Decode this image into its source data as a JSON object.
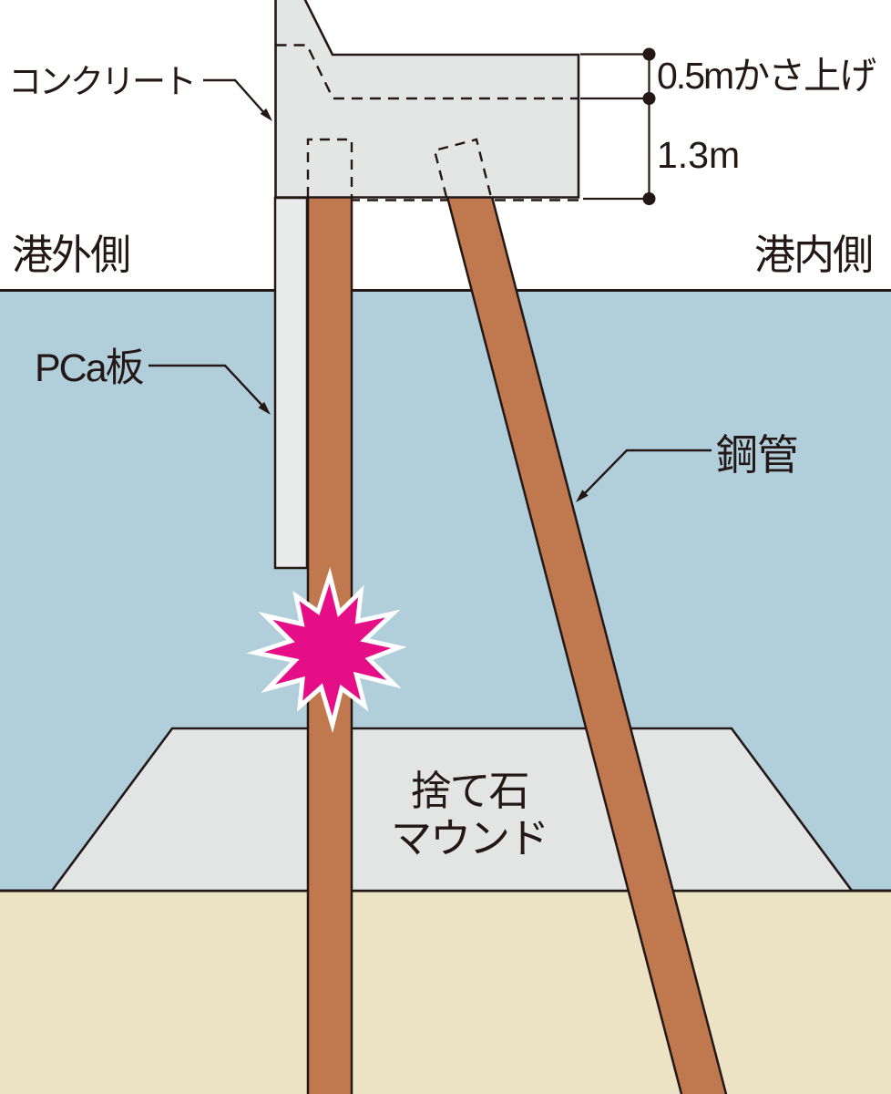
{
  "diagram": {
    "labels": {
      "concrete": "コンクリート",
      "pca_panel": "PCa板",
      "steel_pipe": "鋼管",
      "rubble_mound_line1": "捨て石",
      "rubble_mound_line2": "マウンド",
      "harbor_outer_side": "港外側",
      "harbor_inner_side": "港内側",
      "dim_raise": "0.5mかさ上げ",
      "dim_height": "1.3m"
    },
    "colors": {
      "water": "#b1cedb",
      "seabed": "#ebe3c4",
      "concrete_gray": "#e4e5e5",
      "pca_gray": "#e9eaea",
      "mound_gray": "#e3e5e5",
      "pipe_brown": "#c0784f",
      "star_fill": "#e60e86",
      "star_stroke": "#ffffff",
      "outline": "#231815",
      "text": "#231815"
    }
  }
}
